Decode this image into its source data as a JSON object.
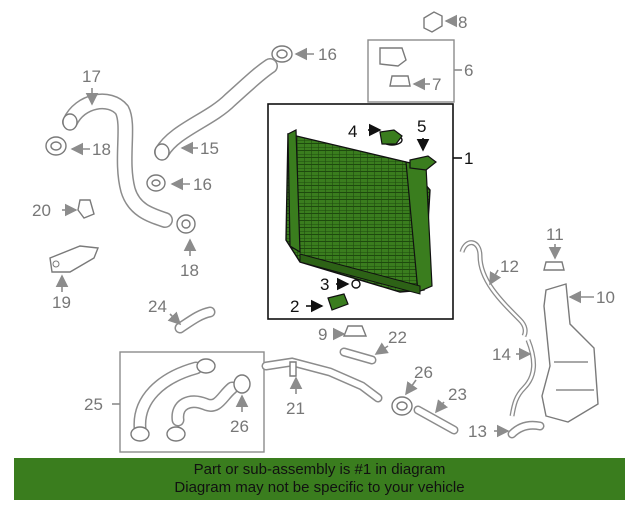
{
  "colors": {
    "highlight_green": "#3a7d1e",
    "part_gray": "#7a7a7a",
    "footer_bg": "#3a7d1e"
  },
  "callouts": {
    "n1": "1",
    "n2": "2",
    "n3": "3",
    "n4": "4",
    "n5": "5",
    "n6": "6",
    "n7": "7",
    "n8": "8",
    "n9": "9",
    "n10": "10",
    "n11": "11",
    "n12": "12",
    "n13": "13",
    "n14": "14",
    "n15": "15",
    "n16a": "16",
    "n16b": "16",
    "n17": "17",
    "n18a": "18",
    "n18b": "18",
    "n19": "19",
    "n20": "20",
    "n21": "21",
    "n22": "22",
    "n23": "23",
    "n24": "24",
    "n25": "25",
    "n26a": "26",
    "n26b": "26"
  },
  "footer": {
    "line1": "Part or sub-assembly is #1 in diagram",
    "line2": "Diagram may not be specific to your vehicle"
  }
}
